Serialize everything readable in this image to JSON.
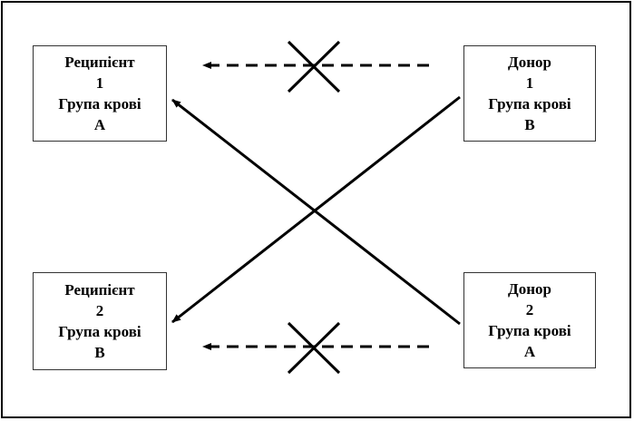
{
  "nodes": {
    "recipient_1": {
      "role": "Реципієнт",
      "number": "1",
      "label": "Група крові",
      "group": "A"
    },
    "donor_1": {
      "role": "Донор",
      "number": "1",
      "label": "Група крові",
      "group": "B"
    },
    "recipient_2": {
      "role": "Реципієнт",
      "number": "2",
      "label": "Група крові",
      "group": "B"
    },
    "donor_2": {
      "role": "Донор",
      "number": "2",
      "label": "Група крові",
      "group": "A"
    }
  },
  "edges": [
    {
      "from": "donor_1",
      "to": "recipient_1",
      "style": "dashed",
      "blocked": true
    },
    {
      "from": "donor_2",
      "to": "recipient_2",
      "style": "dashed",
      "blocked": true
    },
    {
      "from": "donor_1",
      "to": "recipient_2",
      "style": "solid",
      "blocked": false
    },
    {
      "from": "donor_2",
      "to": "recipient_1",
      "style": "solid",
      "blocked": false
    }
  ],
  "colors": {
    "line": "#000000",
    "border": "#333333",
    "background": "#ffffff"
  }
}
